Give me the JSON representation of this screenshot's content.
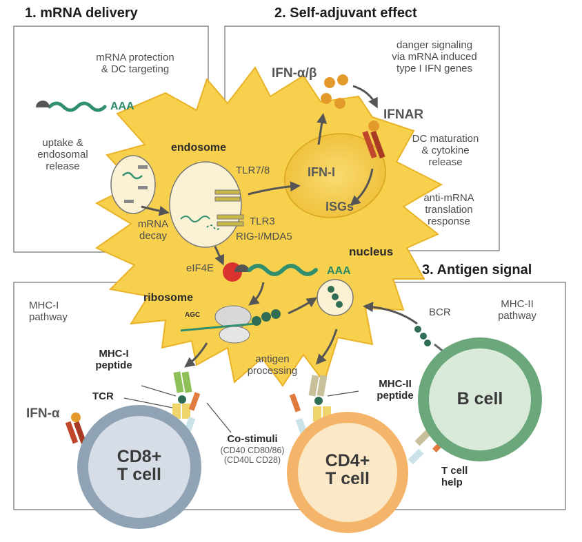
{
  "sections": {
    "delivery_title": "1. mRNA delivery",
    "adjuvant_title": "2. Self-adjuvant effect",
    "antigen_title": "3. Antigen signal"
  },
  "panel1": {
    "protection_line1": "mRNA protection",
    "protection_line2": "& DC targeting",
    "aaa": "AAA",
    "uptake_line1": "uptake &",
    "uptake_line2": "endosomal",
    "uptake_line3": "release",
    "decay_line1": "mRNA",
    "decay_line2": "decay"
  },
  "panel2": {
    "danger_line1": "danger signaling",
    "danger_line2": "via mRNA induced",
    "danger_line3": "type I IFN genes",
    "ifn_ab": "IFN-α/β",
    "ifnar": "IFNAR",
    "maturation_line1": "DC maturation",
    "maturation_line2": "& cytokine",
    "maturation_line3": "release",
    "anti_line1": "anti-mRNA",
    "anti_line2": "translation",
    "anti_line3": "response"
  },
  "dc": {
    "endosome": "endosome",
    "tlr78": "TLR7/8",
    "tlr3": "TLR3",
    "rig": "RIG-I/MDA5",
    "ifn_i": "IFN-I",
    "isgs": "ISGs",
    "nucleus": "nucleus",
    "eif4e": "eIF4E",
    "aaa": "AAA",
    "ribosome": "ribosome",
    "agc": "AGC",
    "antigen_line1": "antigen",
    "antigen_line2": "processing"
  },
  "panel3": {
    "mhc1_pathway_line1": "MHC-I",
    "mhc1_pathway_line2": "pathway",
    "mhc2_pathway_line1": "MHC-II",
    "mhc2_pathway_line2": "pathway",
    "bcr": "BCR",
    "mhc1_peptide_line1": "MHC-I",
    "mhc1_peptide_line2": "peptide",
    "mhc2_peptide_line1": "MHC-II",
    "mhc2_peptide_line2": "peptide",
    "tcr": "TCR",
    "ifn_a": "IFN-α",
    "costim_title": "Co-stimuli",
    "costim_line1": "(CD40 CD80/86)",
    "costim_line2": "(CD40L CD28)",
    "helper_line1": "T cell",
    "helper_line2": "help"
  },
  "cells": {
    "cd8_line1": "CD8+",
    "cd8_line2": "T cell",
    "cd4_line1": "CD4+",
    "cd4_line2": "T cell",
    "bcell": "B cell"
  },
  "colors": {
    "dc_fill": "#f7d04e",
    "dc_stroke": "#e9b227",
    "mrna": "#2f8f6e",
    "cd8_fill": "#d6dde6",
    "cd8_ring": "#8fa3b4",
    "cd4_fill": "#fbe8c6",
    "cd4_ring": "#f4b56a",
    "bcell_fill": "#d9eadb",
    "bcell_ring": "#6aa77a",
    "panel_stroke": "#8a8a8a",
    "arrow": "#555555"
  }
}
